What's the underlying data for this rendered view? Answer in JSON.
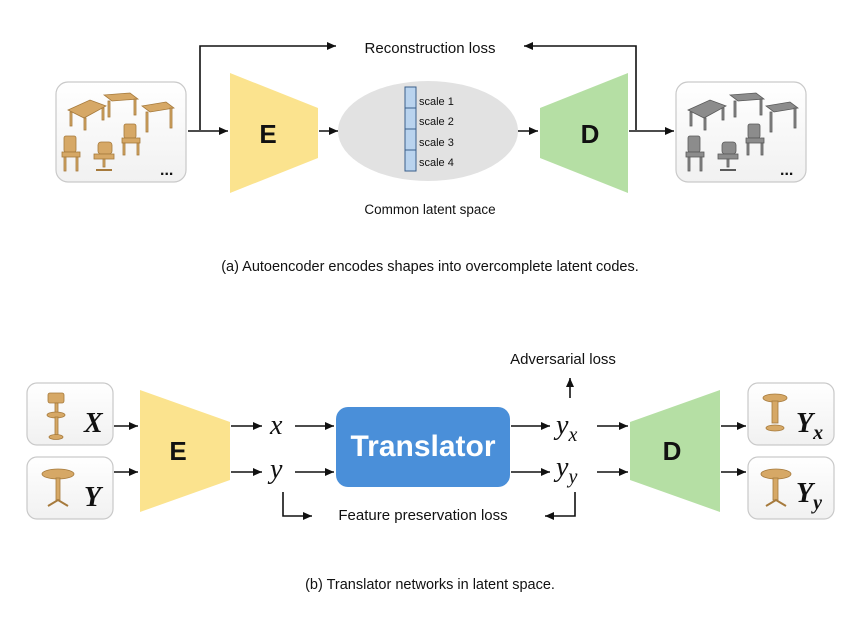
{
  "part_a": {
    "reconstruction_loss": "Reconstruction loss",
    "encoder_letter": "E",
    "decoder_letter": "D",
    "latent_scales": [
      "scale 1",
      "scale 2",
      "scale 3",
      "scale 4"
    ],
    "latent_space_label": "Common latent space",
    "input_ellipsis": "...",
    "output_ellipsis": "...",
    "caption": "(a) Autoencoder encodes shapes into overcomplete latent codes."
  },
  "part_b": {
    "input_x": "X",
    "input_y": "Y",
    "encoder_letter": "E",
    "code_x": "x",
    "code_y": "y",
    "translator_label": "Translator",
    "out_y": "y",
    "sub_x": "x",
    "sub_y": "y",
    "adversarial_loss": "Adversarial loss",
    "feature_loss": "Feature preservation loss",
    "decoder_letter": "D",
    "output_Y": "Y",
    "output_sub_x": "x",
    "output_sub_y": "y",
    "caption": "(b) Translator networks in latent space."
  },
  "colors": {
    "encoder": "#fbe38e",
    "decoder": "#b5dfa4",
    "latent_ellipse": "#e2e2e2",
    "scale_bar": "#b9d3ee",
    "translator": "#4a8fd9",
    "panel_border": "#c9c9c9",
    "furniture": "#d6a866",
    "furniture_output": "#8c8c8c"
  }
}
